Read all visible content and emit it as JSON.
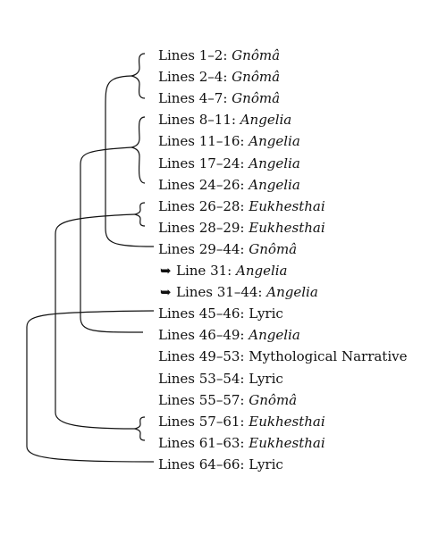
{
  "entries": [
    {
      "range": "Lines 1–2: ",
      "genre": "Gnômâ",
      "italic": true,
      "arrow": false
    },
    {
      "range": "Lines 2–4: ",
      "genre": "Gnômâ",
      "italic": true,
      "arrow": false
    },
    {
      "range": "Lines 4–7: ",
      "genre": "Gnômâ",
      "italic": true,
      "arrow": false
    },
    {
      "range": "Lines 8–11: ",
      "genre": "Angelia",
      "italic": true,
      "arrow": false
    },
    {
      "range": "Lines 11–16: ",
      "genre": "Angelia",
      "italic": true,
      "arrow": false
    },
    {
      "range": "Lines 17–24: ",
      "genre": "Angelia",
      "italic": true,
      "arrow": false
    },
    {
      "range": "Lines 24–26: ",
      "genre": "Angelia",
      "italic": true,
      "arrow": false
    },
    {
      "range": "Lines 26–28: ",
      "genre": "Eukhesthai",
      "italic": true,
      "arrow": false
    },
    {
      "range": "Lines 28–29: ",
      "genre": "Eukhesthai",
      "italic": true,
      "arrow": false
    },
    {
      "range": "Lines 29–44: ",
      "genre": "Gnômâ",
      "italic": true,
      "arrow": false
    },
    {
      "range": "Line 31: ",
      "genre": "Angelia",
      "italic": true,
      "arrow": true
    },
    {
      "range": "Lines 31–44: ",
      "genre": "Angelia",
      "italic": true,
      "arrow": true
    },
    {
      "range": "Lines 45–46: ",
      "genre": "Lyric",
      "italic": false,
      "arrow": false
    },
    {
      "range": "Lines 46–49: ",
      "genre": "Angelia",
      "italic": true,
      "arrow": false
    },
    {
      "range": "Lines 49–53: ",
      "genre": "Mythological Narrative",
      "italic": false,
      "arrow": false
    },
    {
      "range": "Lines 53–54: ",
      "genre": "Lyric",
      "italic": false,
      "arrow": false
    },
    {
      "range": "Lines 55–57: ",
      "genre": "Gnômâ",
      "italic": true,
      "arrow": false
    },
    {
      "range": "Lines 57–61: ",
      "genre": "Eukhesthai",
      "italic": true,
      "arrow": false
    },
    {
      "range": "Lines 61–63: ",
      "genre": "Eukhesthai",
      "italic": true,
      "arrow": false
    },
    {
      "range": "Lines 64–66: ",
      "genre": "Lyric",
      "italic": false,
      "arrow": false
    }
  ],
  "arrow_glyph": "➥"
}
